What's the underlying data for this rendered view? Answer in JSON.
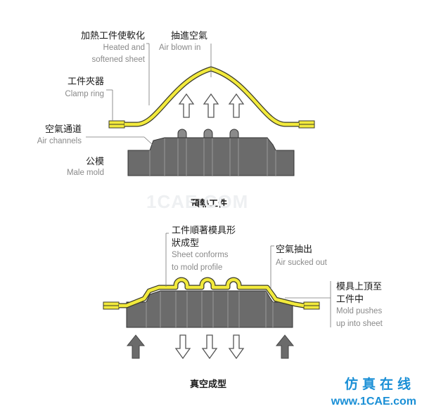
{
  "top": {
    "heated_cn": "加熱工件使軟化",
    "heated_en1": "Heated and",
    "heated_en2": "softened sheet",
    "air_in_cn": "抽進空氣",
    "air_in_en": "Air blown in",
    "clamp_cn": "工件夾器",
    "clamp_en": "Clamp ring",
    "channels_cn": "空氣通道",
    "channels_en": "Air channels",
    "mold_cn": "公模",
    "mold_en": "Male mold",
    "caption": "預熱工件"
  },
  "bottom": {
    "conform_cn1": "工件順著模具形",
    "conform_cn2": "狀成型",
    "conform_en1": "Sheet conforms",
    "conform_en2": "to mold profile",
    "sucked_cn": "空氣抽出",
    "sucked_en": "Air sucked out",
    "push_cn1": "模具上頂至",
    "push_cn2": "工件中",
    "push_en1": "Mold pushes",
    "push_en2": "up into sheet",
    "caption": "真空成型"
  },
  "watermark": "1CAE.COM",
  "brand": {
    "cn": "仿真在线",
    "url": "www.1CAE.com"
  },
  "colors": {
    "sheet": "#f2ea3c",
    "sheet_edge": "#3a3a2a",
    "mold": "#6b6b6b",
    "mold_light": "#8a8a8a",
    "arrow_stroke": "#555555",
    "brand": "#1a8fd6"
  }
}
